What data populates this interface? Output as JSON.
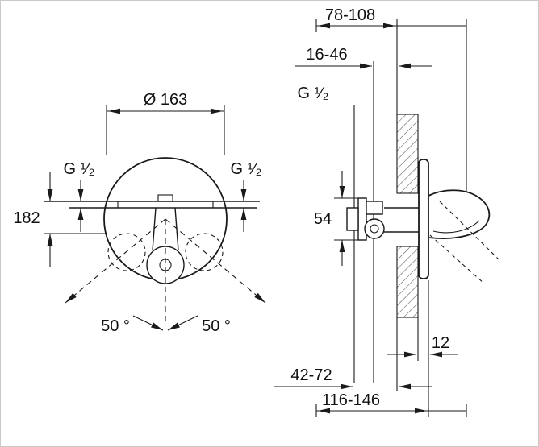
{
  "front_view": {
    "diameter": "Ø 163",
    "thread_left": "G ¹⁄₂",
    "thread_right": "G ¹⁄₂",
    "height": "182",
    "angle_left": "50 °",
    "angle_right": "50 °"
  },
  "side_view": {
    "depth_top": "78-108",
    "depth_upper": "16-46",
    "thread": "G ¹⁄₂",
    "body_height": "54",
    "plate_offset": "12",
    "depth_lower": "42-72",
    "depth_total": "116-146"
  }
}
